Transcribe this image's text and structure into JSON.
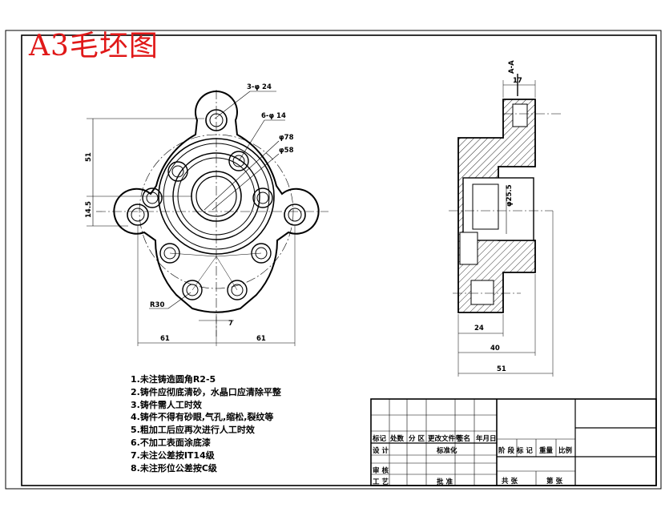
{
  "sheet_title": "A3毛坯图",
  "front_view": {
    "dim_holes_3": "3-φ 24",
    "dim_holes_6": "6-φ 14",
    "dim_d78": "φ78",
    "dim_d58": "φ58",
    "dim_r30": "R30",
    "dim_7": "7",
    "dim_51_vertical": "51",
    "dim_14_5": "14.5",
    "dim_61_left": "61",
    "dim_61_right": "61"
  },
  "section_view": {
    "label": "A-A",
    "dim_17": "17",
    "dim_d25_5": "φ25.5",
    "dim_24": "24",
    "dim_40": "40",
    "dim_51": "51"
  },
  "notes": [
    "1.未注铸造圆角R2-5",
    "2.铸件应彻底清砂，水晶口应清除平整",
    "3.铸件需人工时效",
    "4.铸件不得有砂眼,气孔,缩松,裂纹等",
    "5.粗加工后应再次进行人工时效",
    "6.不加工表面涂底漆",
    "7.未注公差按IT14级",
    "8.未注形位公差按C级"
  ],
  "title_block": {
    "row_header": [
      "标记",
      "处数",
      "分 区",
      "更改文件号",
      "签名",
      "年月日"
    ],
    "design": "设 计",
    "standardize": "标准化",
    "review": "审 核",
    "process": "工 艺",
    "approve": "批 准",
    "stage_marks": "阶 段 标 记",
    "weight": "重量",
    "scale": "比例",
    "sheets_total": "共   张",
    "sheet_no": "第   张"
  }
}
